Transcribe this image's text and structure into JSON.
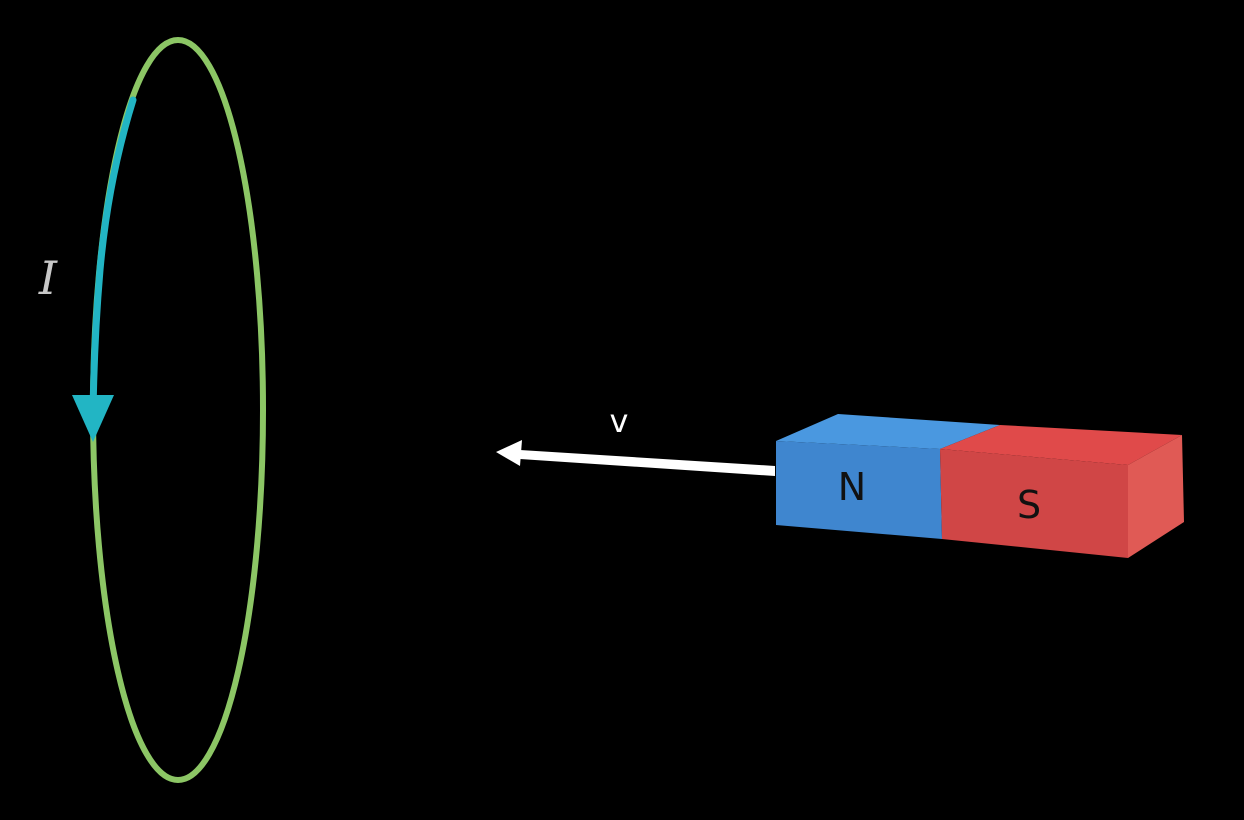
{
  "labels": {
    "current": "I",
    "velocity": "v",
    "north": "N",
    "south": "S"
  },
  "colors": {
    "background": "#000000",
    "loop": "#8cc665",
    "current_arrow": "#22b5c4",
    "velocity_arrow": "#ffffff",
    "label_text": "#c8c8c8",
    "north_front": "#3f86cf",
    "north_top": "#4a98e0",
    "south_front": "#d04646",
    "south_top": "#e04a4a",
    "south_side": "#e05a55",
    "pole_text": "#111111"
  }
}
